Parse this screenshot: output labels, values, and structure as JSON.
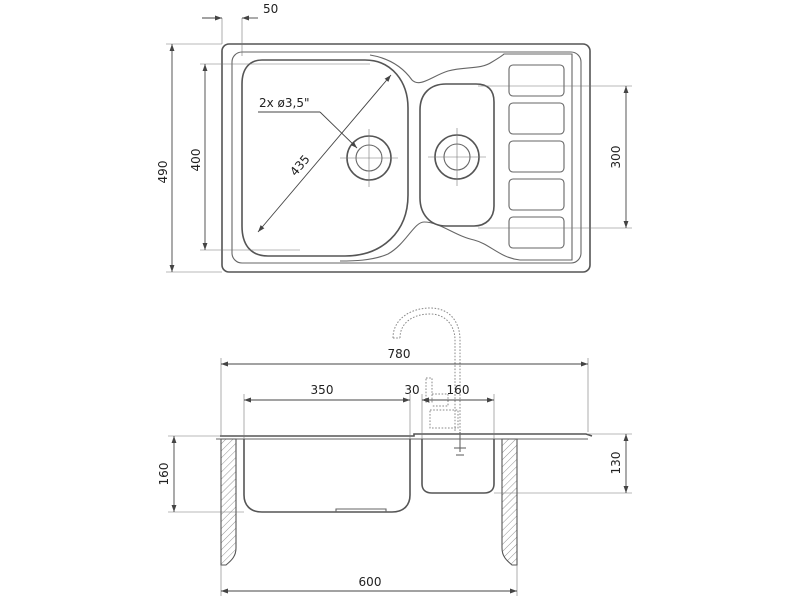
{
  "drawing": {
    "top_view": {
      "flange_offset": "50",
      "overall_depth": "490",
      "bowl_depth": "400",
      "diagonal": "435",
      "drain_note": "2x ø3,5\"",
      "small_bowl_depth": "300"
    },
    "side_view": {
      "overall_width": "780",
      "main_bowl_width": "350",
      "divider_width": "30",
      "small_bowl_width": "160",
      "main_bowl_depth": "160",
      "small_bowl_depth": "130",
      "cabinet_width": "600"
    }
  }
}
